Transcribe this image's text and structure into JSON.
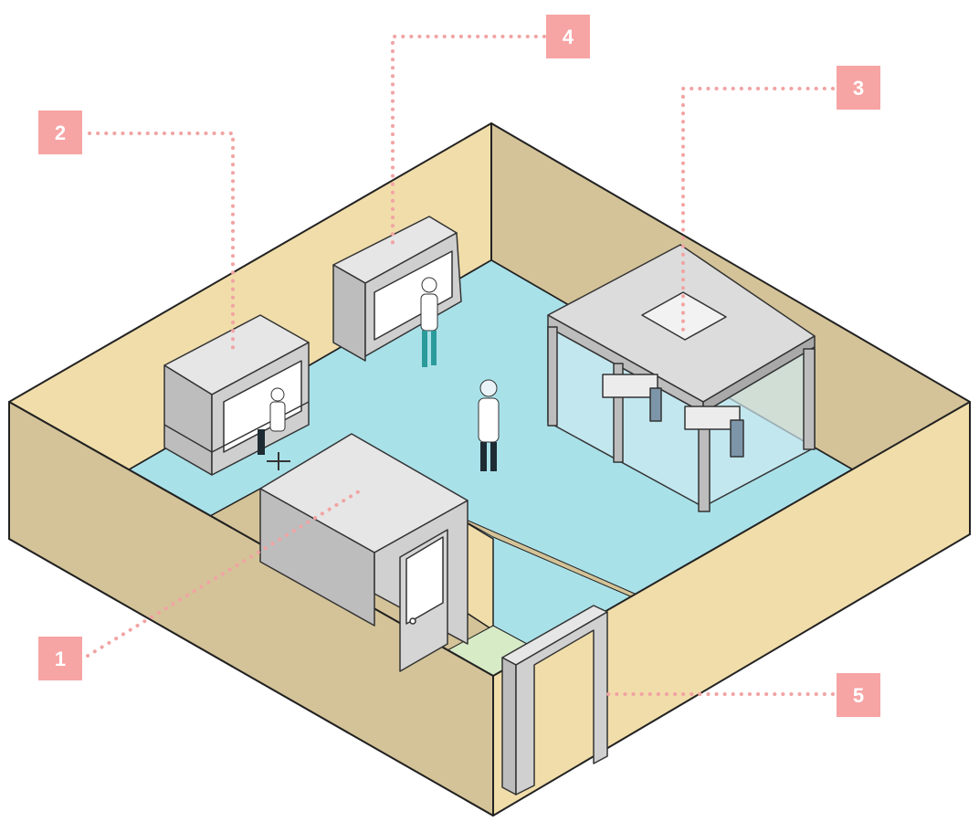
{
  "colors": {
    "wall_outer": "#d4c398",
    "wall_inner": "#f0ddaa",
    "floor": "#a9e1e9",
    "equipment": "#c9c9c9",
    "equipment_top": "#e6e6e6",
    "badge": "#f7a4a4",
    "leader": "#f2a3a3",
    "airlock_floor": "#d7ebc7"
  },
  "callouts": [
    {
      "id": "1",
      "label": "1",
      "target": "pass-through-airlock"
    },
    {
      "id": "2",
      "label": "2",
      "target": "laminar-flow-hood-left"
    },
    {
      "id": "3",
      "label": "3",
      "target": "softwall-cleanroom-ffu"
    },
    {
      "id": "4",
      "label": "4",
      "target": "laminar-flow-hood-back"
    },
    {
      "id": "5",
      "label": "5",
      "target": "air-shower-entrance"
    }
  ]
}
